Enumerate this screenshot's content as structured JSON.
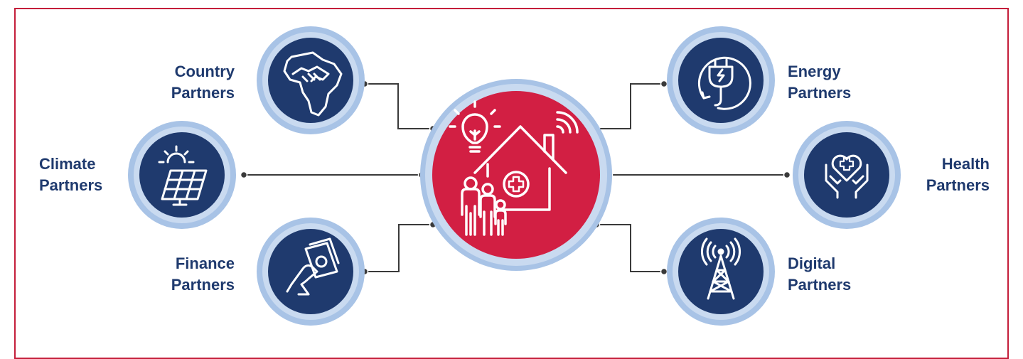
{
  "colors": {
    "frame": "#c41e3a",
    "hub_fill": "#d21f43",
    "hub_ring": "#a8c3e6",
    "node_fill": "#1f3a6e",
    "node_ring": "#a8c3e6",
    "connector": "#3a3a3a",
    "label": "#1f3a6e"
  },
  "hub": {
    "icon": "home-health-family-icon"
  },
  "partners": [
    {
      "id": "country",
      "line1": "Country",
      "line2": "Partners",
      "icon": "handshake-africa-icon"
    },
    {
      "id": "climate",
      "line1": "Climate",
      "line2": "Partners",
      "icon": "solar-panel-icon"
    },
    {
      "id": "finance",
      "line1": "Finance",
      "line2": "Partners",
      "icon": "hand-money-icon"
    },
    {
      "id": "energy",
      "line1": "Energy",
      "line2": "Partners",
      "icon": "power-plug-icon"
    },
    {
      "id": "health",
      "line1": "Health",
      "line2": "Partners",
      "icon": "heart-hands-icon"
    },
    {
      "id": "digital",
      "line1": "Digital",
      "line2": "Partners",
      "icon": "radio-tower-icon"
    }
  ]
}
